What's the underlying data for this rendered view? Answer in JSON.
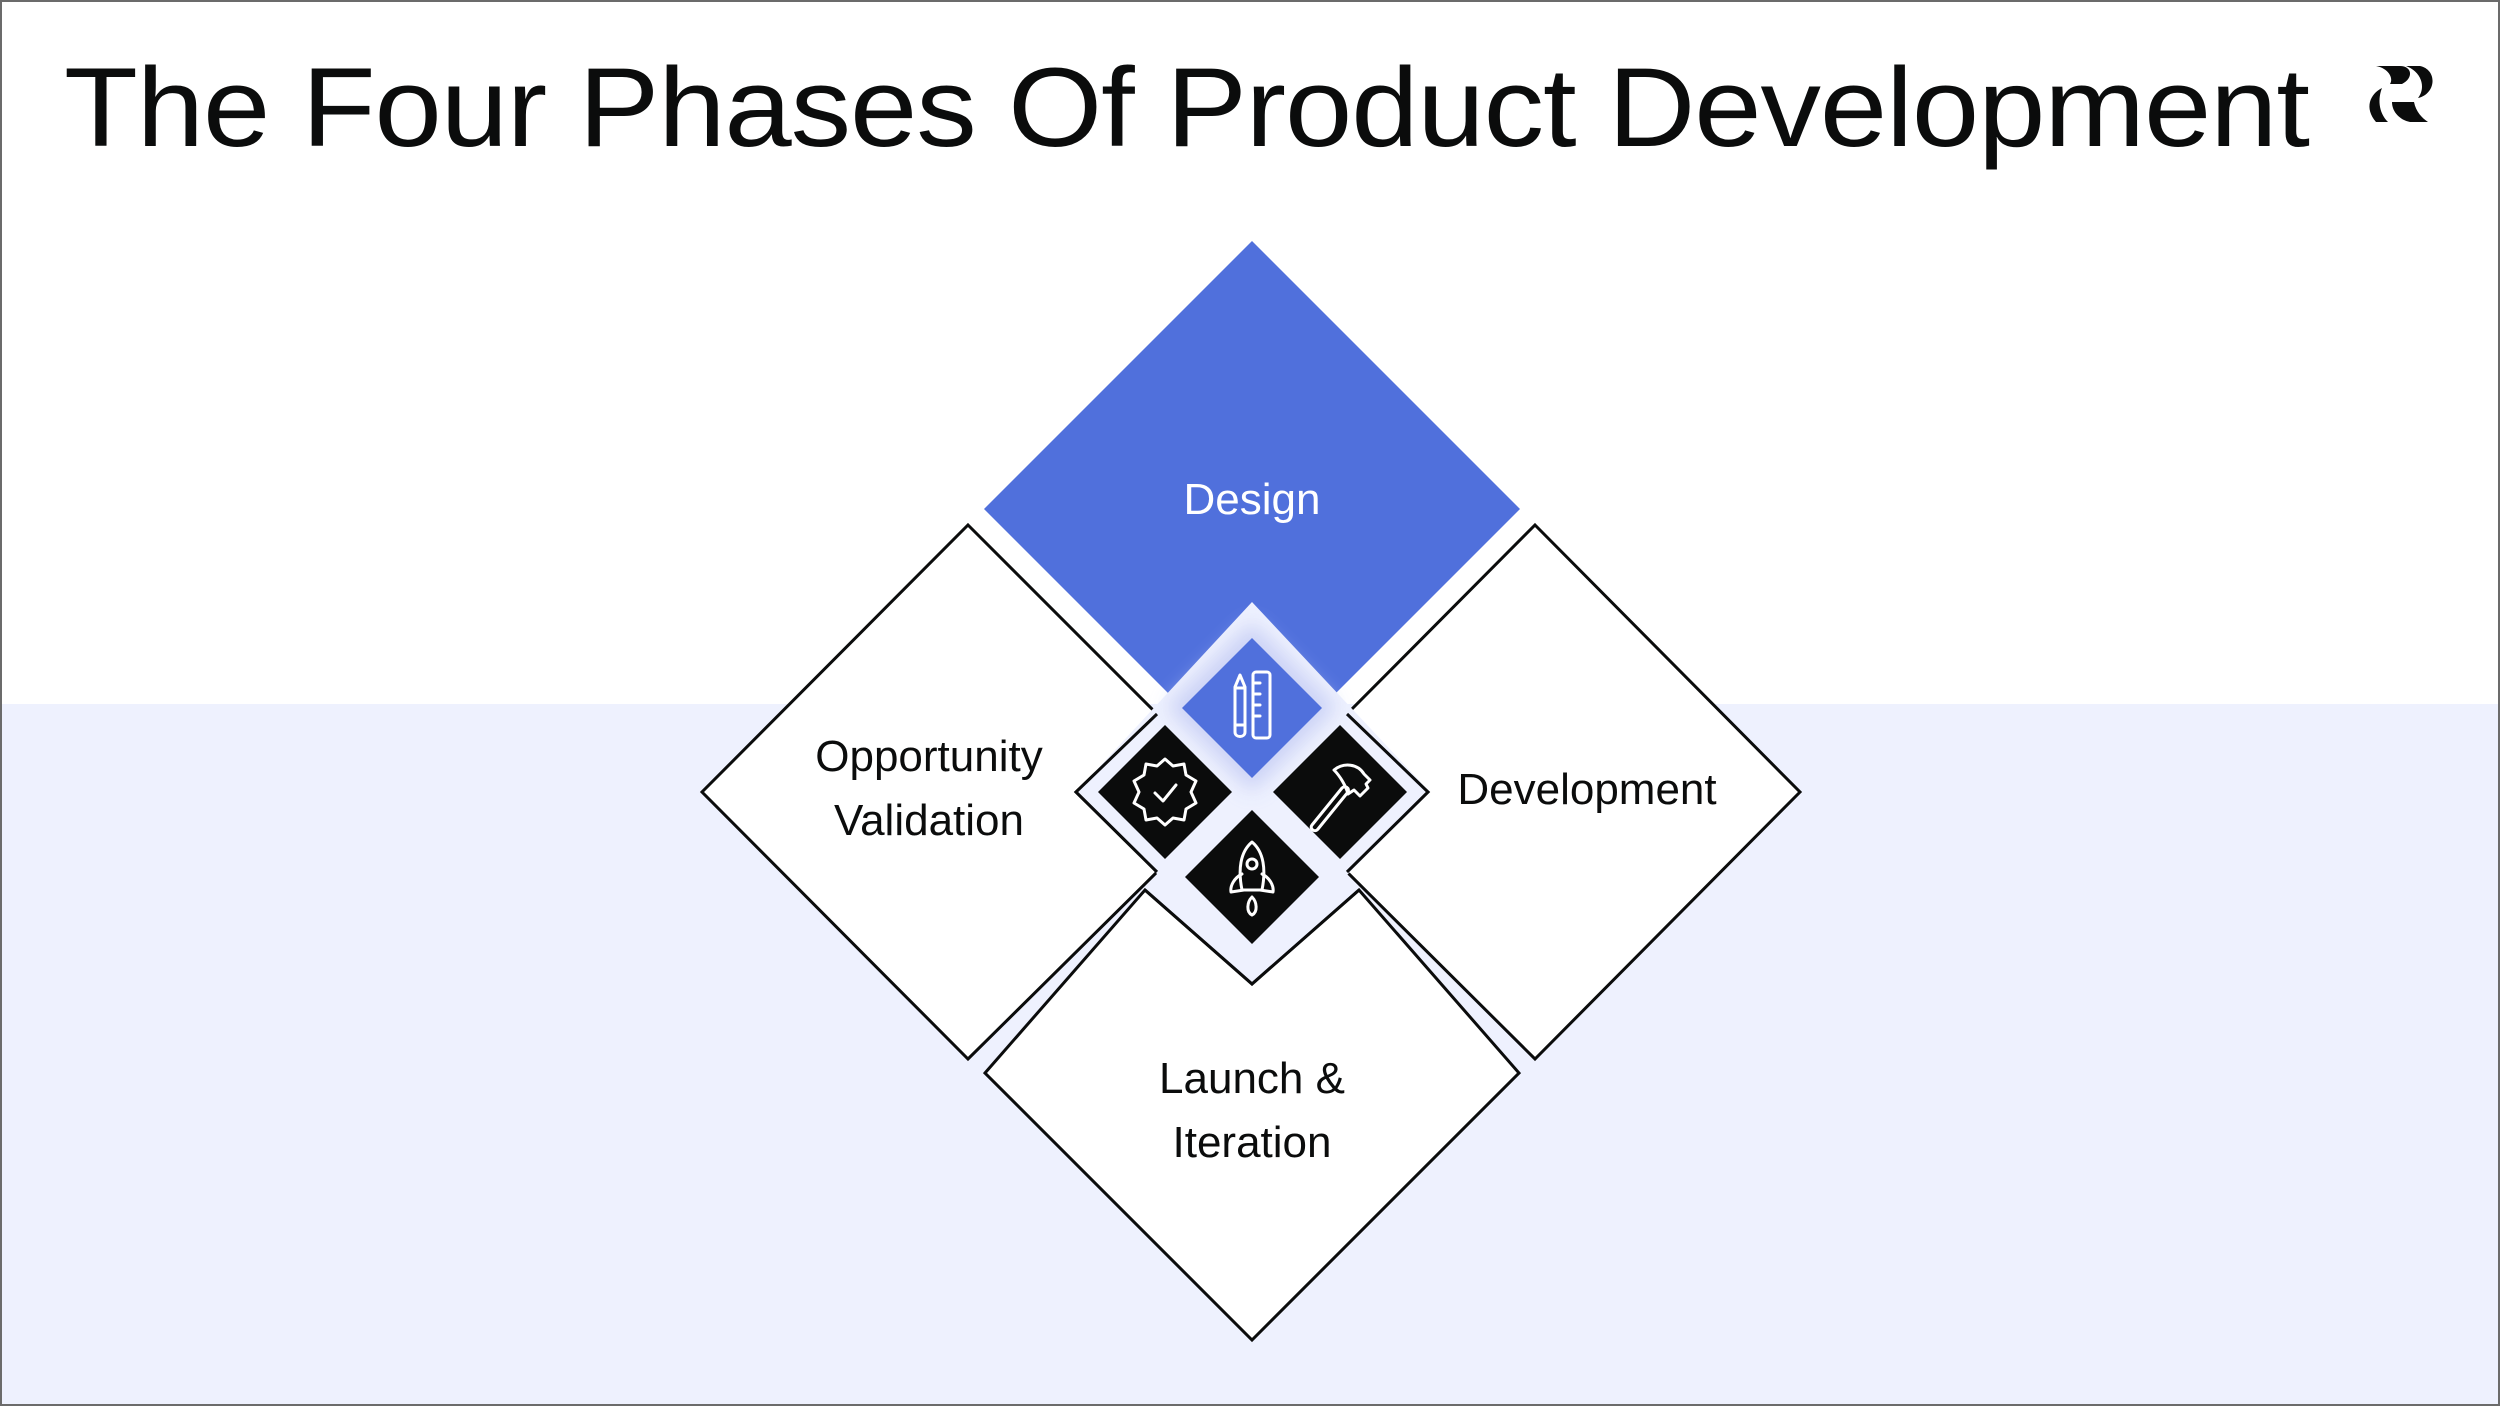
{
  "slide": {
    "title": "The Four Phases Of Product Development",
    "logo": "brand-logo-icon"
  },
  "diagram": {
    "phases": [
      {
        "id": "design",
        "label": "Design",
        "icon": "pencil-ruler-icon",
        "fill": "#5070dc",
        "text_color": "#ffffff"
      },
      {
        "id": "opportunity-validation",
        "label_line1": "Opportunity",
        "label_line2": "Validation",
        "icon": "verified-badge-icon",
        "fill": "#ffffff",
        "text_color": "#0b0c0c"
      },
      {
        "id": "development",
        "label": "Development",
        "icon": "hammer-icon",
        "fill": "#ffffff",
        "text_color": "#0b0c0c"
      },
      {
        "id": "launch-iteration",
        "label_line1": "Launch &",
        "label_line2": "Iteration",
        "icon": "rocket-icon",
        "fill": "#ffffff",
        "text_color": "#0b0c0c"
      }
    ]
  },
  "colors": {
    "accent": "#5070dc",
    "band": "#eef1fe",
    "ink": "#0b0c0c",
    "border": "#6b6b6b"
  }
}
